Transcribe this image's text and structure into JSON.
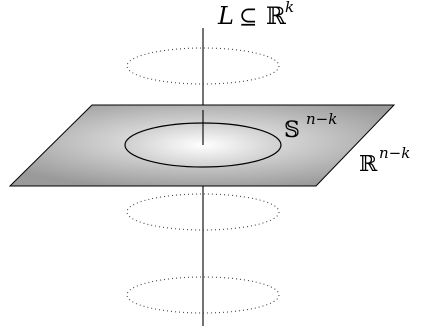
{
  "labels": {
    "axis": {
      "main": "L",
      "relation": "⊆",
      "space": "ℝ",
      "exponent": "k"
    },
    "sphere": {
      "space": "𝕊",
      "exponent": "n−k"
    },
    "plane": {
      "space": "ℝ",
      "exponent": "n−k"
    }
  },
  "colors": {
    "plane_light": "#f4f4f4",
    "plane_dark": "#9a9a9a",
    "disk_center": "#ffffff",
    "disk_edge": "#cfcfcf",
    "stroke": "#000000"
  }
}
